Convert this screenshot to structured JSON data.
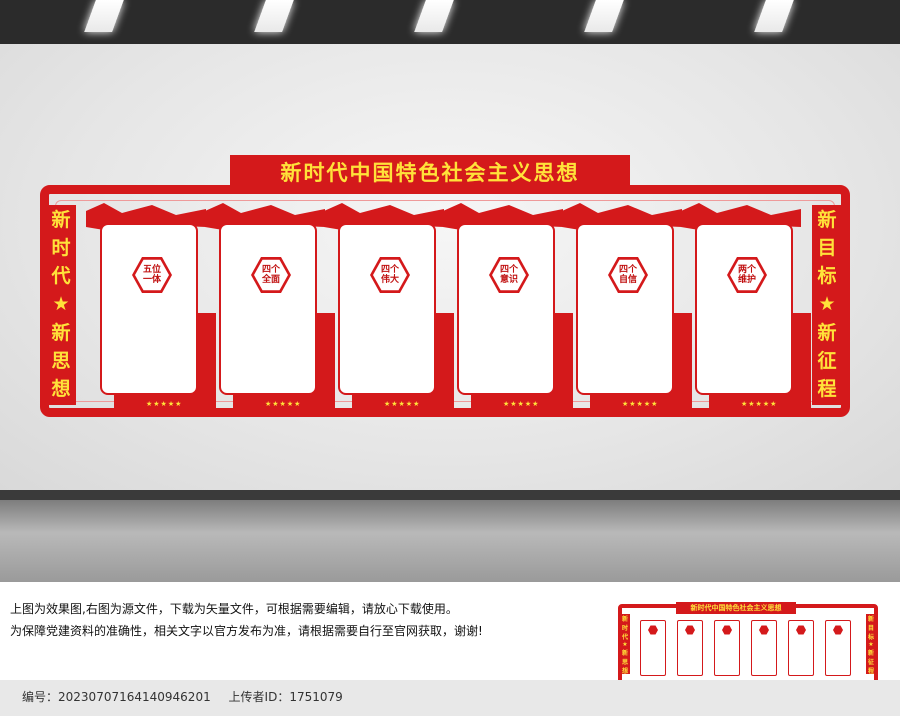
{
  "banner": {
    "title": "新时代中国特色社会主义思想",
    "left_side": [
      "新",
      "时",
      "代",
      "★",
      "新",
      "思",
      "想"
    ],
    "right_side": [
      "新",
      "目",
      "标",
      "★",
      "新",
      "征",
      "程"
    ],
    "cards": [
      {
        "line1": "五位",
        "line2": "一体",
        "stars": "★★★★★"
      },
      {
        "line1": "四个",
        "line2": "全面",
        "stars": "★★★★★"
      },
      {
        "line1": "四个",
        "line2": "伟大",
        "stars": "★★★★★"
      },
      {
        "line1": "四个",
        "line2": "意识",
        "stars": "★★★★★"
      },
      {
        "line1": "四个",
        "line2": "自信",
        "stars": "★★★★★"
      },
      {
        "line1": "两个",
        "line2": "维护",
        "stars": "★★★★★"
      }
    ]
  },
  "caption": {
    "line1": "上图为效果图,右图为源文件，下载为矢量文件，可根据需要编辑，请放心下载使用。",
    "line2": "为保障党建资料的准确性，相关文字以官方发布为准，请根据需要自行至官网获取，谢谢!"
  },
  "meta": {
    "id_label": "编号：",
    "id_value": "20230707164140946201",
    "uploader_label": "上传者ID：",
    "uploader_value": "1751079"
  },
  "thumbnail": {
    "title": "新时代中国特色社会主义思想",
    "left_side": [
      "新",
      "时",
      "代",
      "★",
      "新",
      "思",
      "想"
    ],
    "right_side": [
      "新",
      "目",
      "标",
      "★",
      "新",
      "征",
      "程"
    ]
  },
  "colors": {
    "accent": "#d4191b",
    "text_yellow": "#ffe23a",
    "wall": "#ececec"
  }
}
